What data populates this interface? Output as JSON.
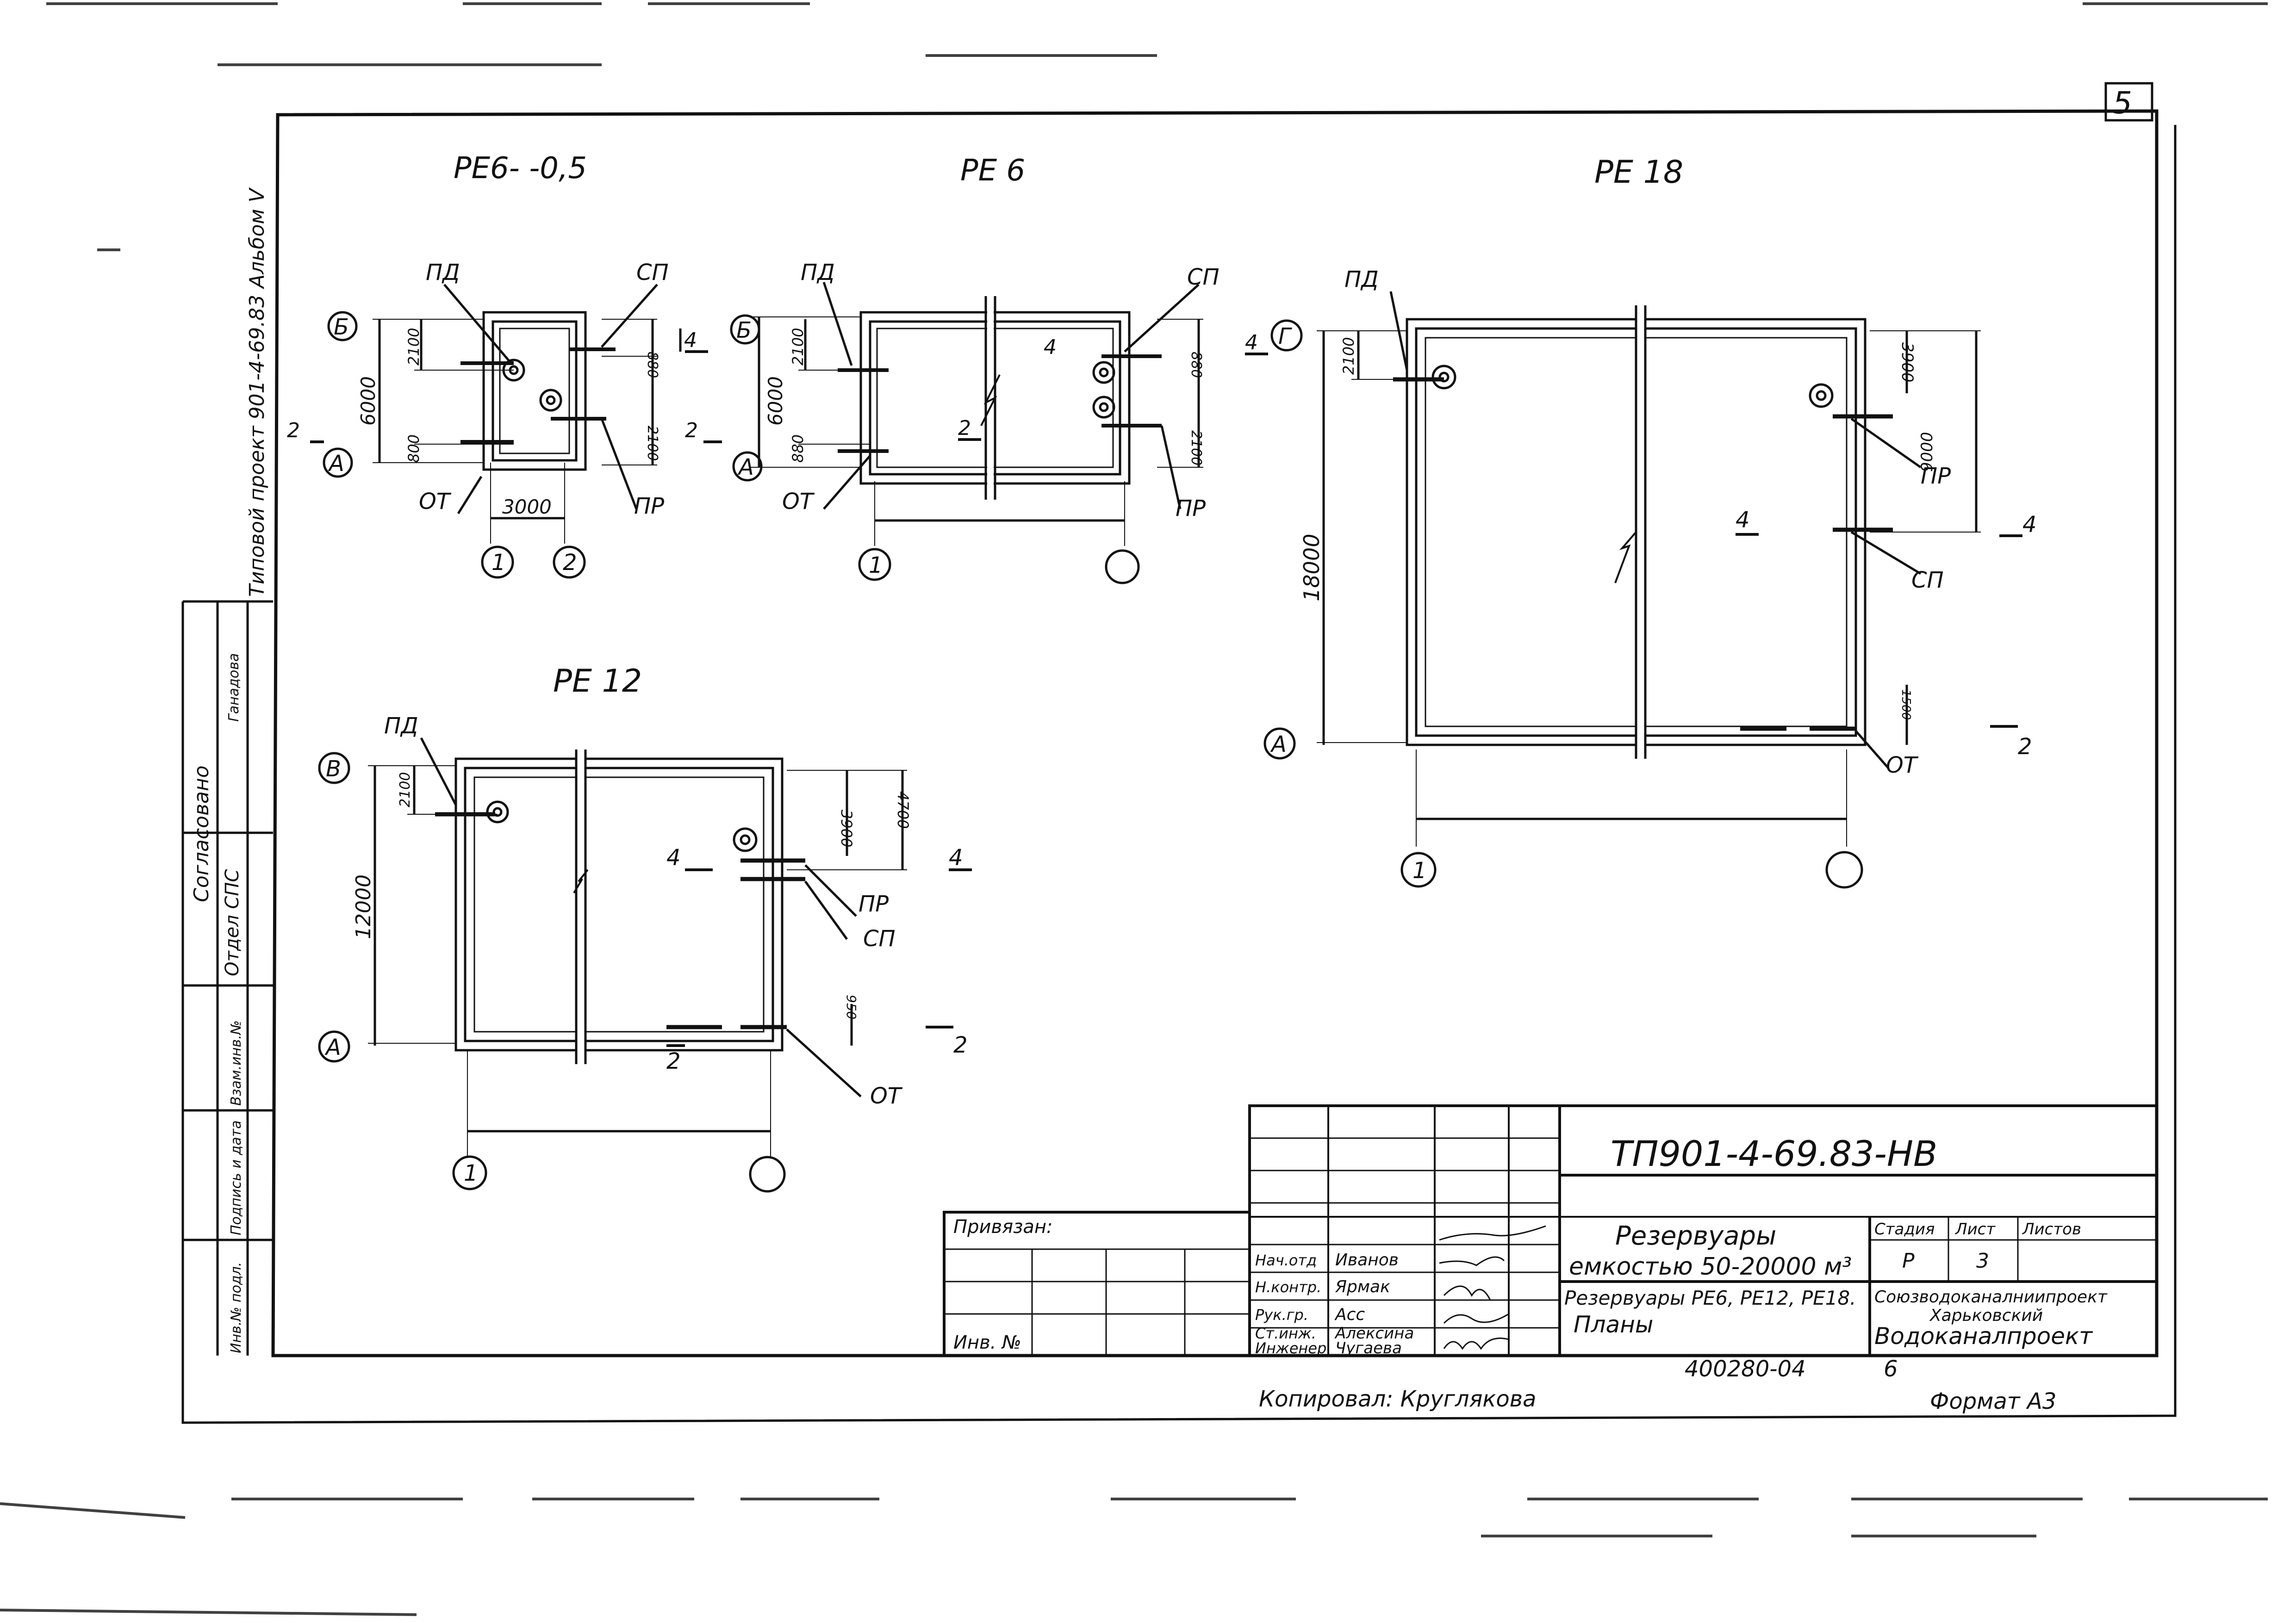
{
  "sheet_number": "5",
  "side_project_label": "Типовой проект 901-4-69.83 Альбом V",
  "approval": {
    "title": "Согласовано",
    "dept": "Отдел СПС",
    "signature": "Ганадова"
  },
  "side_fields": [
    "Инв.№ подл.",
    "Подпись и дата",
    "Взам.инв.№"
  ],
  "plans": {
    "pe6_05": {
      "title": "PE6- -0,5",
      "axis_row_top": "Б",
      "axis_row_bottom": "А",
      "axis_col_left": "1",
      "axis_col_right": "2",
      "dim_total_y": "6000",
      "dim_top": "2100",
      "dim_bottom": "800",
      "dim_right_top": "880",
      "dim_right_bottom": "2100",
      "dim_x": "3000",
      "labels": {
        "pd": "ПД",
        "sp": "СП",
        "ot": "ОТ",
        "pr": "ПР"
      },
      "section_4": "4",
      "section_2": "2"
    },
    "pe6": {
      "title": "PE 6",
      "axis_row_top": "Б",
      "axis_row_bottom": "А",
      "axis_col_left": "1",
      "dim_total_y": "6000",
      "dim_top": "2100",
      "dim_bottom": "880",
      "dim_right_top": "880",
      "dim_right_bottom": "2100",
      "labels": {
        "pd": "ПД",
        "sp": "СП",
        "ot": "ОТ",
        "pr": "ПР"
      },
      "section_4": "4",
      "section_2": "2"
    },
    "pe18": {
      "title": "PE 18",
      "axis_row_top": "Г",
      "axis_row_bottom": "А",
      "axis_col_left": "1",
      "dim_total_y": "18000",
      "dim_top": "2100",
      "dim_right_top": "3900",
      "dim_right_mid": "9000",
      "dim_right_bottom": "1500",
      "labels": {
        "pd": "ПД",
        "sp": "СП",
        "ot": "ОТ",
        "pr": "ПР"
      },
      "section_4": "4",
      "section_2": "2"
    },
    "pe12": {
      "title": "PE 12",
      "axis_row_top": "В",
      "axis_row_bottom": "А",
      "axis_col_left": "1",
      "dim_total_y": "12000",
      "dim_top": "2100",
      "dim_right_top": "3900",
      "dim_right_total": "4700",
      "dim_right_bottom": "950",
      "labels": {
        "pd": "ПД",
        "sp": "СП",
        "ot": "ОТ",
        "pr": "ПР"
      },
      "section_4": "4",
      "section_2": "2"
    }
  },
  "title_block": {
    "doc_code": "ТП901-4-69.83-НВ",
    "attached": "Привязан:",
    "inv_no": "Инв. №",
    "roles": [
      "Нач.отд",
      "Н.контр.",
      "Рук.гр.",
      "Ст.инж.",
      "Инженер"
    ],
    "names": [
      "Иванов",
      "Ярмак",
      "Асс",
      "Алексина",
      "Чугаева"
    ],
    "object_name": "Резервуары",
    "object_capacity": "емкостью 50-20000 м³",
    "sheet_name_1": "Резервуары PE6, PE12, PE18.",
    "sheet_name_2": "Планы",
    "stage_header": "Стадия",
    "sheet_header": "Лист",
    "sheets_header": "Листов",
    "stage": "Р",
    "sheet": "3",
    "org_1": "Союзводоканалниипроект",
    "org_2": "Харьковский",
    "org_3": "Водоканалпроект",
    "archive_no": "400280-04",
    "archive_sheet": "6",
    "copied_by": "Копировал: Круглякова",
    "format": "Формат А3"
  }
}
